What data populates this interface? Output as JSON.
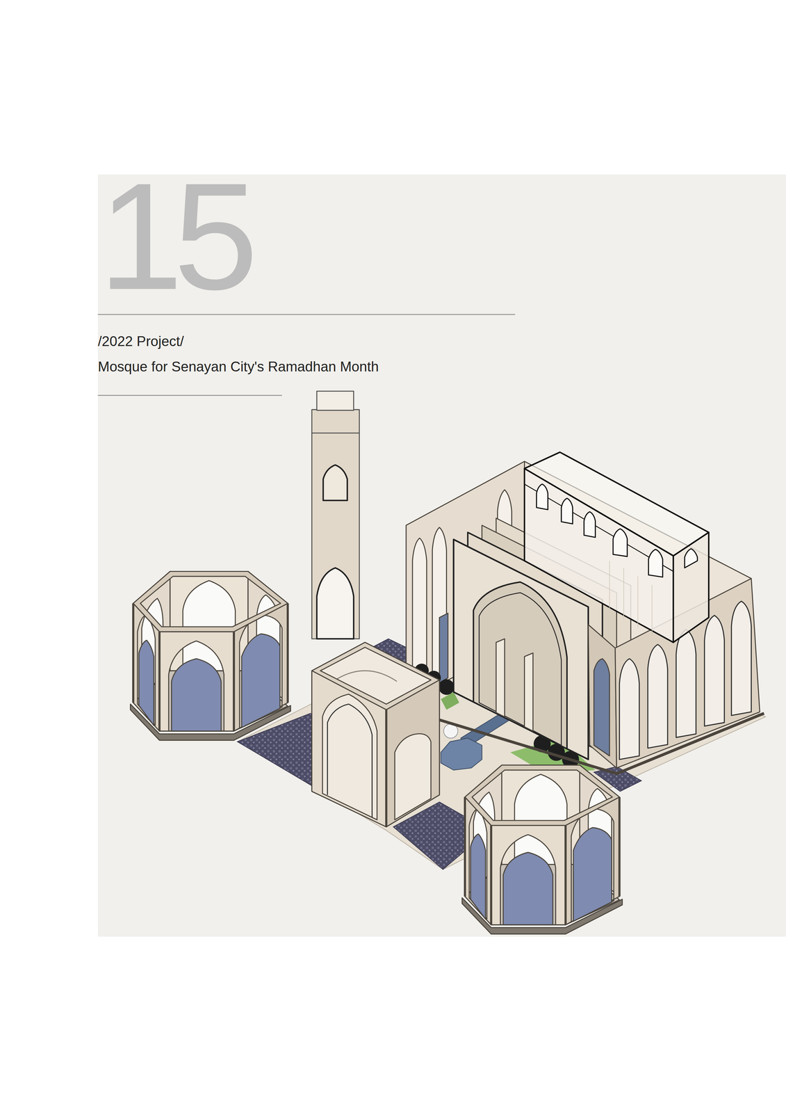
{
  "diagram": {
    "title": "Mosque for Senayan City's Ramadhan Month",
    "labels": [
      "15",
      "/2022 Project/"
    ]
  }
}
